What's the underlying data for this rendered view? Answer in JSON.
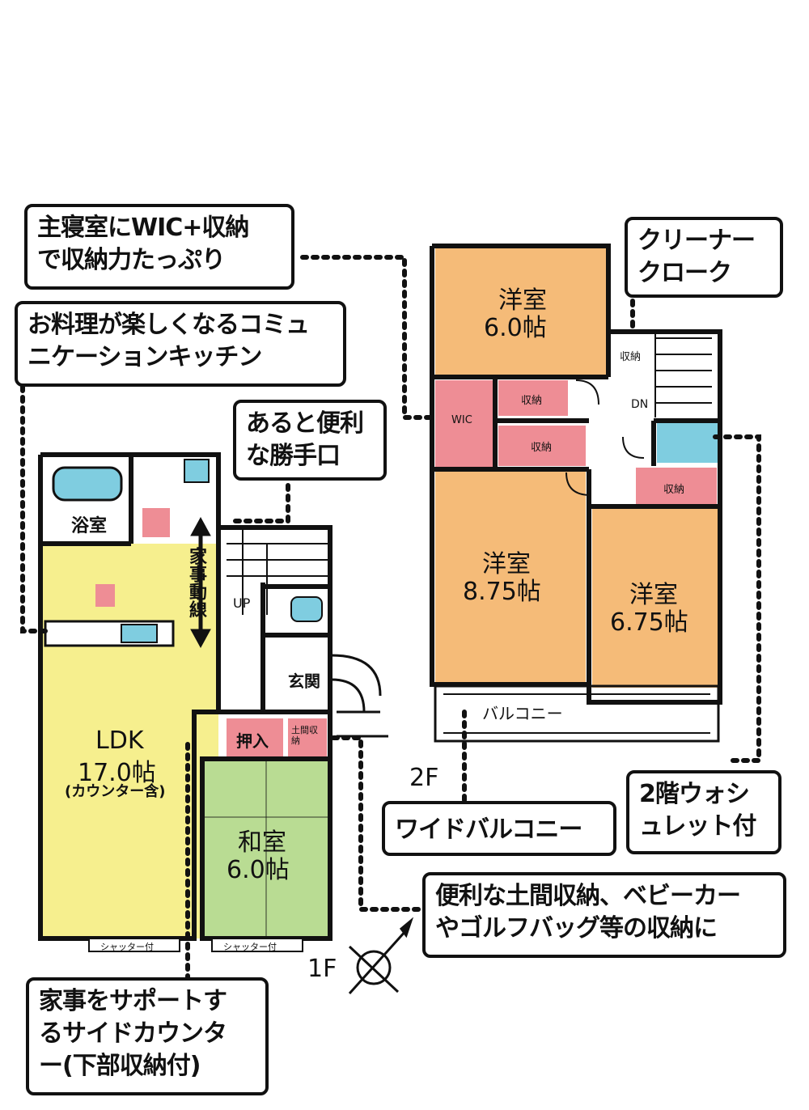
{
  "callouts": {
    "wic": [
      "主寝室にWIC+収納",
      "で収納力たっぷり"
    ],
    "kitchen": [
      "お料理が楽しくなるコミュ",
      "ニケーションキッチン"
    ],
    "door": [
      "あると便利",
      "な勝手口"
    ],
    "cleaner": [
      "クリーナー",
      "クローク"
    ],
    "balcony": [
      "ワイドバルコニー"
    ],
    "washlet": [
      "2階ウォシ",
      "ュレット付"
    ],
    "doma": [
      "便利な土間収納、ベビーカー",
      "やゴルフバッグ等の収納に"
    ],
    "counter": [
      "家事をサポートす",
      "るサイドカウンタ",
      "ー(下部収納付)"
    ]
  },
  "floors": {
    "first": "1F",
    "second": "2F"
  },
  "rooms_1f": {
    "bath": "浴室",
    "ldk_name": "LDK",
    "ldk_size": "17.0帖",
    "ldk_note": "(カウンター含)",
    "washitsu_name": "和室",
    "washitsu_size": "6.0帖",
    "genkan": "玄関",
    "oshiire": "押入",
    "doma": "土間収納",
    "kajidousen": "家事動線",
    "up": "UP",
    "shutter1": "シャッター付",
    "shutter2": "シャッター付"
  },
  "rooms_2f": {
    "room_a_name": "洋室",
    "room_a_size": "6.0帖",
    "room_b_name": "洋室",
    "room_b_size": "8.75帖",
    "room_c_name": "洋室",
    "room_c_size": "6.75帖",
    "wic": "WIC",
    "shuno1": "収納",
    "shuno2": "収納",
    "shuno3": "収納",
    "shuno4": "収納",
    "dn": "DN",
    "balcony": "バルコニー"
  },
  "colors": {
    "yellow": "#f6ef8e",
    "orange": "#f5bb78",
    "green": "#b9dc93",
    "pink": "#ee8d95",
    "blue": "#7fcde0",
    "wall": "#111111"
  },
  "icons": {
    "compass": "compass-north-icon"
  }
}
